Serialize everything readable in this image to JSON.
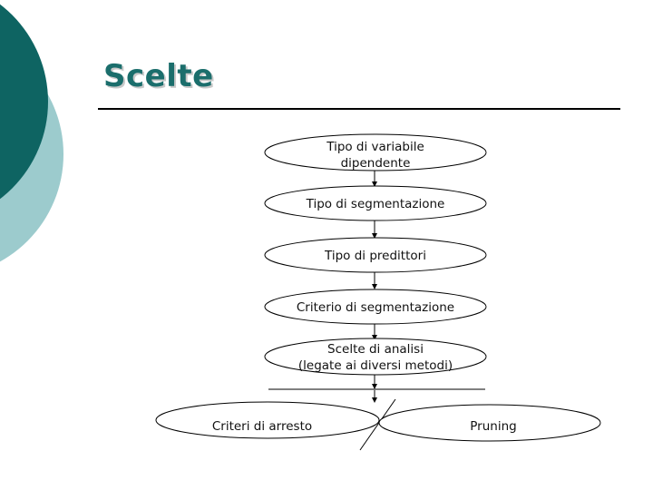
{
  "slide": {
    "title": "Scelte"
  },
  "diagram": {
    "chain": [
      {
        "lines": [
          "Tipo di variabile",
          "dipendente"
        ]
      },
      {
        "lines": [
          "Tipo di segmentazione"
        ]
      },
      {
        "lines": [
          "Tipo di predittori"
        ]
      },
      {
        "lines": [
          "Criterio di segmentazione"
        ]
      },
      {
        "lines": [
          "Scelte di analisi",
          "(legate ai diversi metodi)"
        ]
      }
    ],
    "branches": [
      {
        "label": "Criteri di arresto"
      },
      {
        "label": "Pruning"
      }
    ]
  },
  "colors": {
    "decor_dark": "#0e6462",
    "decor_light": "#9ccbcd",
    "title": "#1b6e6c"
  }
}
